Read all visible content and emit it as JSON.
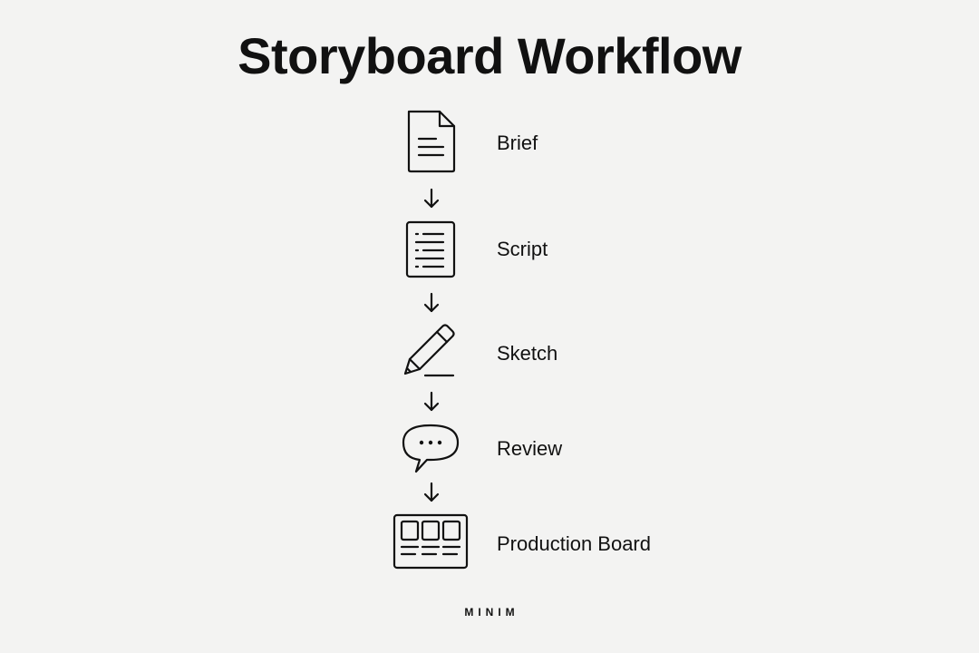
{
  "title": "Storyboard Workflow",
  "steps": [
    {
      "label": "Brief",
      "icon": "document-icon"
    },
    {
      "label": "Script",
      "icon": "script-list-icon"
    },
    {
      "label": "Sketch",
      "icon": "pencil-icon"
    },
    {
      "label": "Review",
      "icon": "speech-bubble-icon"
    },
    {
      "label": "Production Board",
      "icon": "storyboard-panels-icon"
    }
  ],
  "brand": "MINIM",
  "colors": {
    "background": "#f3f3f2",
    "ink": "#111111"
  }
}
